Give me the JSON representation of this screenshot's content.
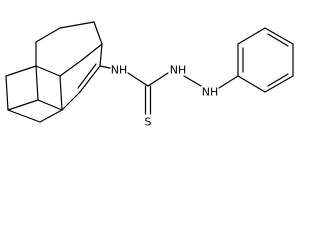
{
  "atom_labels": {
    "nh_left": "NH",
    "nh_middle": "NH",
    "nh_lower": "NH",
    "sulfur": "S"
  },
  "colors": {
    "bond": "#000000",
    "label": "#000000",
    "background": "#ffffff"
  }
}
